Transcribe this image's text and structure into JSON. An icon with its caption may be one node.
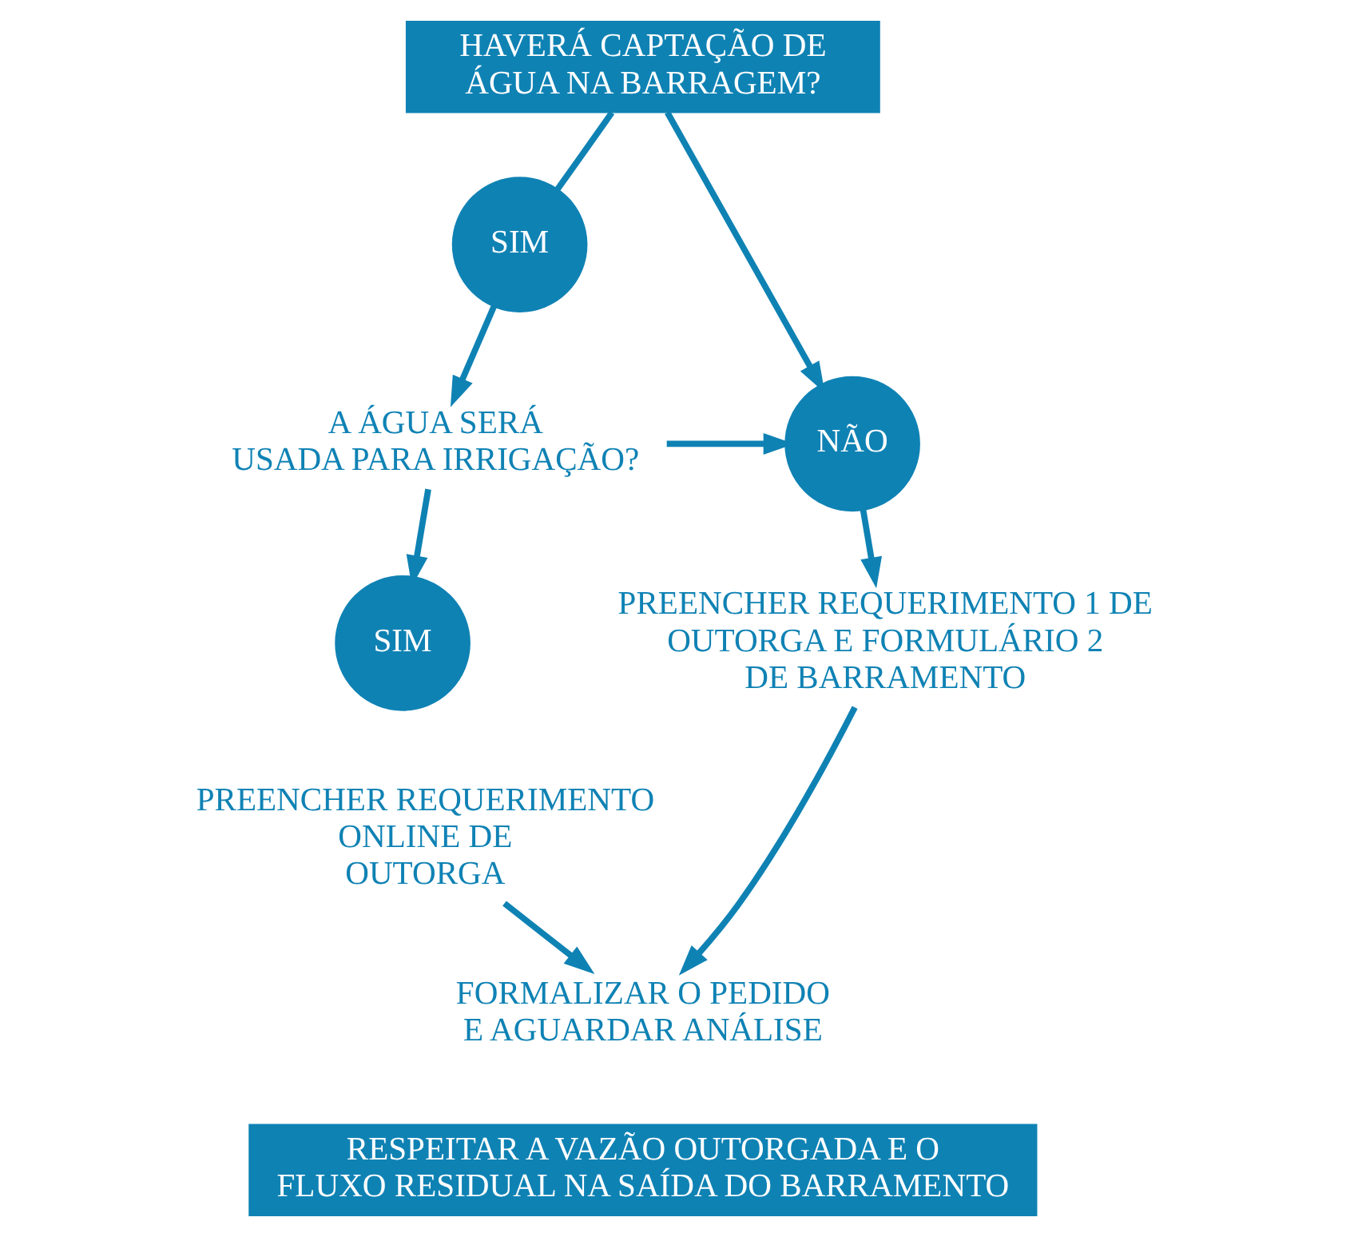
{
  "diagram": {
    "nodes": [
      {
        "text": [
          "HAVERÁ CAPTAÇÃO DE ÁGUA NA BARRAGEM?"
        ]
      },
      {
        "text": [
          "SIM"
        ]
      },
      {
        "text": [
          "A ÁGUA SERÁ USADA PARA IRRIGAÇÃO?"
        ]
      },
      {
        "text": [
          "NÃO"
        ]
      },
      {
        "text": [
          "SIM"
        ]
      },
      {
        "text": [
          "PREENCHER REQUERIMENTO 1 DE OUTORGA E FORMULÁRIO 2 DE BARRAMENTO"
        ]
      },
      {
        "text": [
          "PREENCHER REQUERIMENTO ONLINE DE OUTORGA"
        ]
      },
      {
        "text": [
          "FORMALIZAR O PEDIDO E AGUARDAR ANÁLISE"
        ]
      },
      {
        "text": [
          "RESPEITAR A VAZÃO OUTORGADA E O FLUXO RESIDUAL NA SAÍDA DO BARRAMENTO"
        ]
      }
    ],
    "edges": [
      {
        "from": 0,
        "to": 1,
        "arrow": "none"
      },
      {
        "from": 0,
        "to": 3,
        "arrow": "to"
      },
      {
        "from": 1,
        "to": 2,
        "arrow": "to"
      },
      {
        "from": 2,
        "to": 3,
        "arrow": "to"
      },
      {
        "from": 2,
        "to": 4,
        "arrow": "to"
      },
      {
        "from": 3,
        "to": 5,
        "arrow": "to"
      },
      {
        "from": 6,
        "to": 7,
        "arrow": "to"
      },
      {
        "from": 5,
        "to": 7,
        "arrow": "to"
      }
    ]
  }
}
